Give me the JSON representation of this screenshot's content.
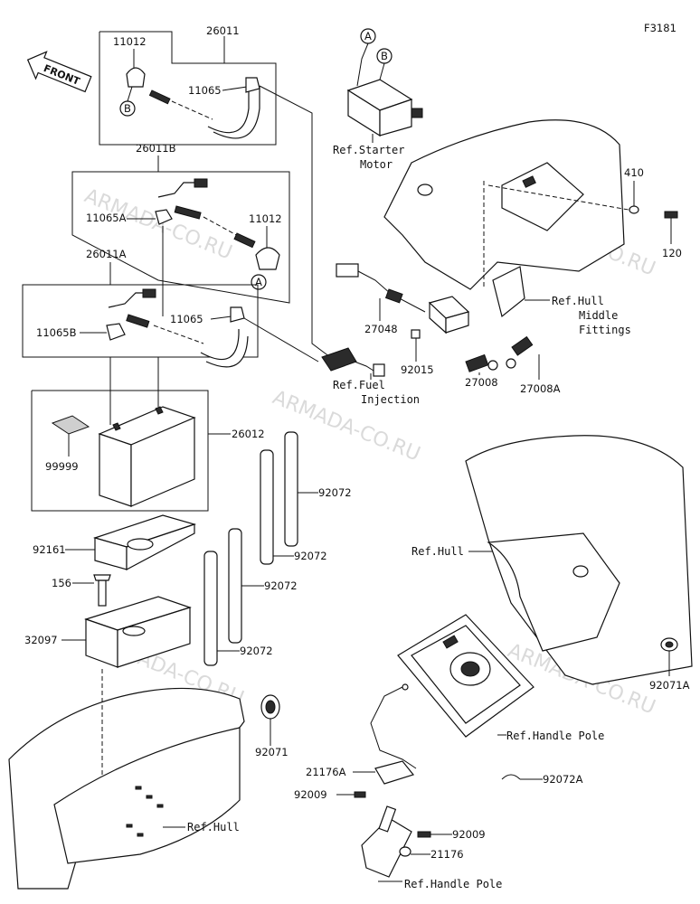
{
  "figure_code": "F3181",
  "front_label": "FRONT",
  "watermark": "ARMADA-CO.RU",
  "callouts": {
    "A": "A",
    "B": "B"
  },
  "parts": {
    "p26011": "26011",
    "p11012_top": "11012",
    "p11065": "11065",
    "p26011B": "26011B",
    "p11065A": "11065A",
    "p11012_mid": "11012",
    "p26011A": "26011A",
    "p11065B": "11065B",
    "p11065_lower": "11065",
    "p26012": "26012",
    "p99999": "99999",
    "p92072_a": "92072",
    "p92072_b": "92072",
    "p92072_c": "92072",
    "p92072_d": "92072",
    "p92161": "92161",
    "p156": "156",
    "p32097": "32097",
    "p92071": "92071",
    "p410": "410",
    "p120": "120",
    "p27048": "27048",
    "p92015": "92015",
    "p27008": "27008",
    "p27008A": "27008A",
    "p92071A": "92071A",
    "p21176A": "21176A",
    "p92009_a": "92009",
    "p92072A": "92072A",
    "p92009_b": "92009",
    "p21176": "21176"
  },
  "references": {
    "starter_line1": "Ref.Starter",
    "starter_line2": "Motor",
    "hull_mid_line1": "Ref.Hull",
    "hull_mid_line2": "Middle",
    "hull_mid_line3": "Fittings",
    "fuel_line1": "Ref.Fuel",
    "fuel_line2": "Injection",
    "hull_right": "Ref.Hull",
    "handle_pole_1": "Ref.Handle Pole",
    "hull_bottom": "Ref.Hull",
    "handle_pole_2": "Ref.Handle Pole"
  }
}
